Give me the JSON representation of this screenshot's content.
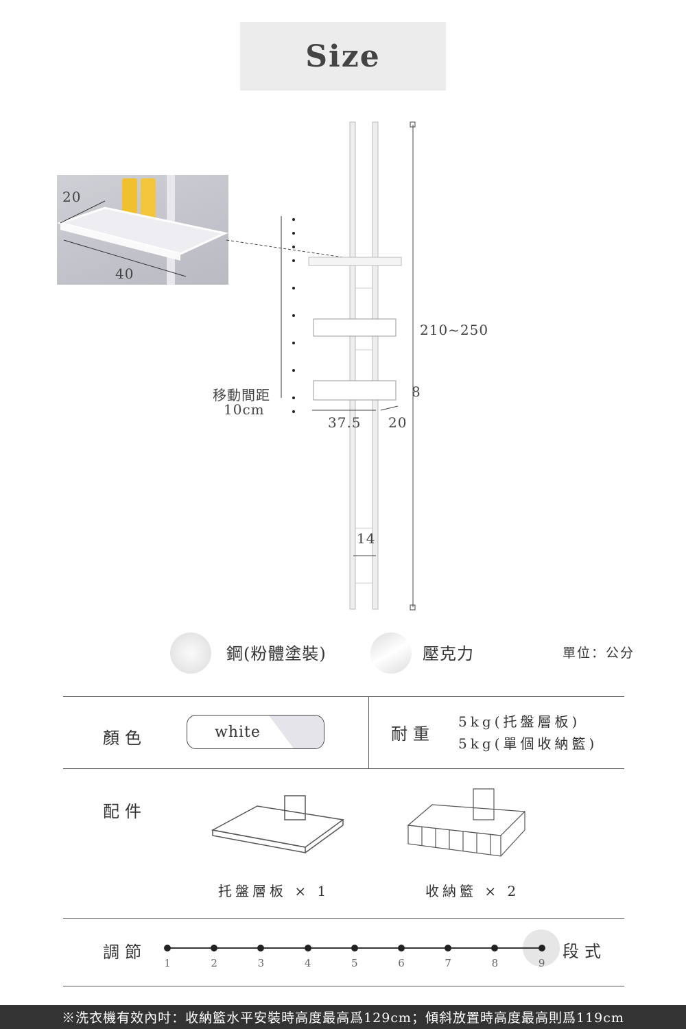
{
  "header": {
    "title": "Size"
  },
  "dimensions": {
    "tray_depth": "20",
    "tray_width": "40",
    "spacing_label": "移動間距",
    "spacing_value": "10cm",
    "height": "210~250",
    "basket_height": "8",
    "basket_width": "37.5",
    "basket_depth": "20",
    "pole_width": "14"
  },
  "materials": [
    {
      "label": "鋼(粉體塗裝)"
    },
    {
      "label": "壓克力"
    }
  ],
  "unit": "單位：公分",
  "specs": {
    "color_label": "顏色",
    "color_value": "white",
    "load_label": "耐重",
    "load_lines": [
      "5kg(托盤層板)",
      "5kg(單個收納籃)"
    ],
    "accessories_label": "配件",
    "accessories": [
      {
        "label": "托盤層板 × 1"
      },
      {
        "label": "收納籃 × 2"
      }
    ],
    "adjust_label": "調節",
    "adjust_steps": [
      "1",
      "2",
      "3",
      "4",
      "5",
      "6",
      "7",
      "8",
      "9"
    ],
    "adjust_selected": 9,
    "adjust_unit": "段式"
  },
  "footer": {
    "note": "※洗衣機有效內吋：收納籃水平安裝時高度最高爲129cm；傾斜放置時高度最高則爲119cm"
  }
}
